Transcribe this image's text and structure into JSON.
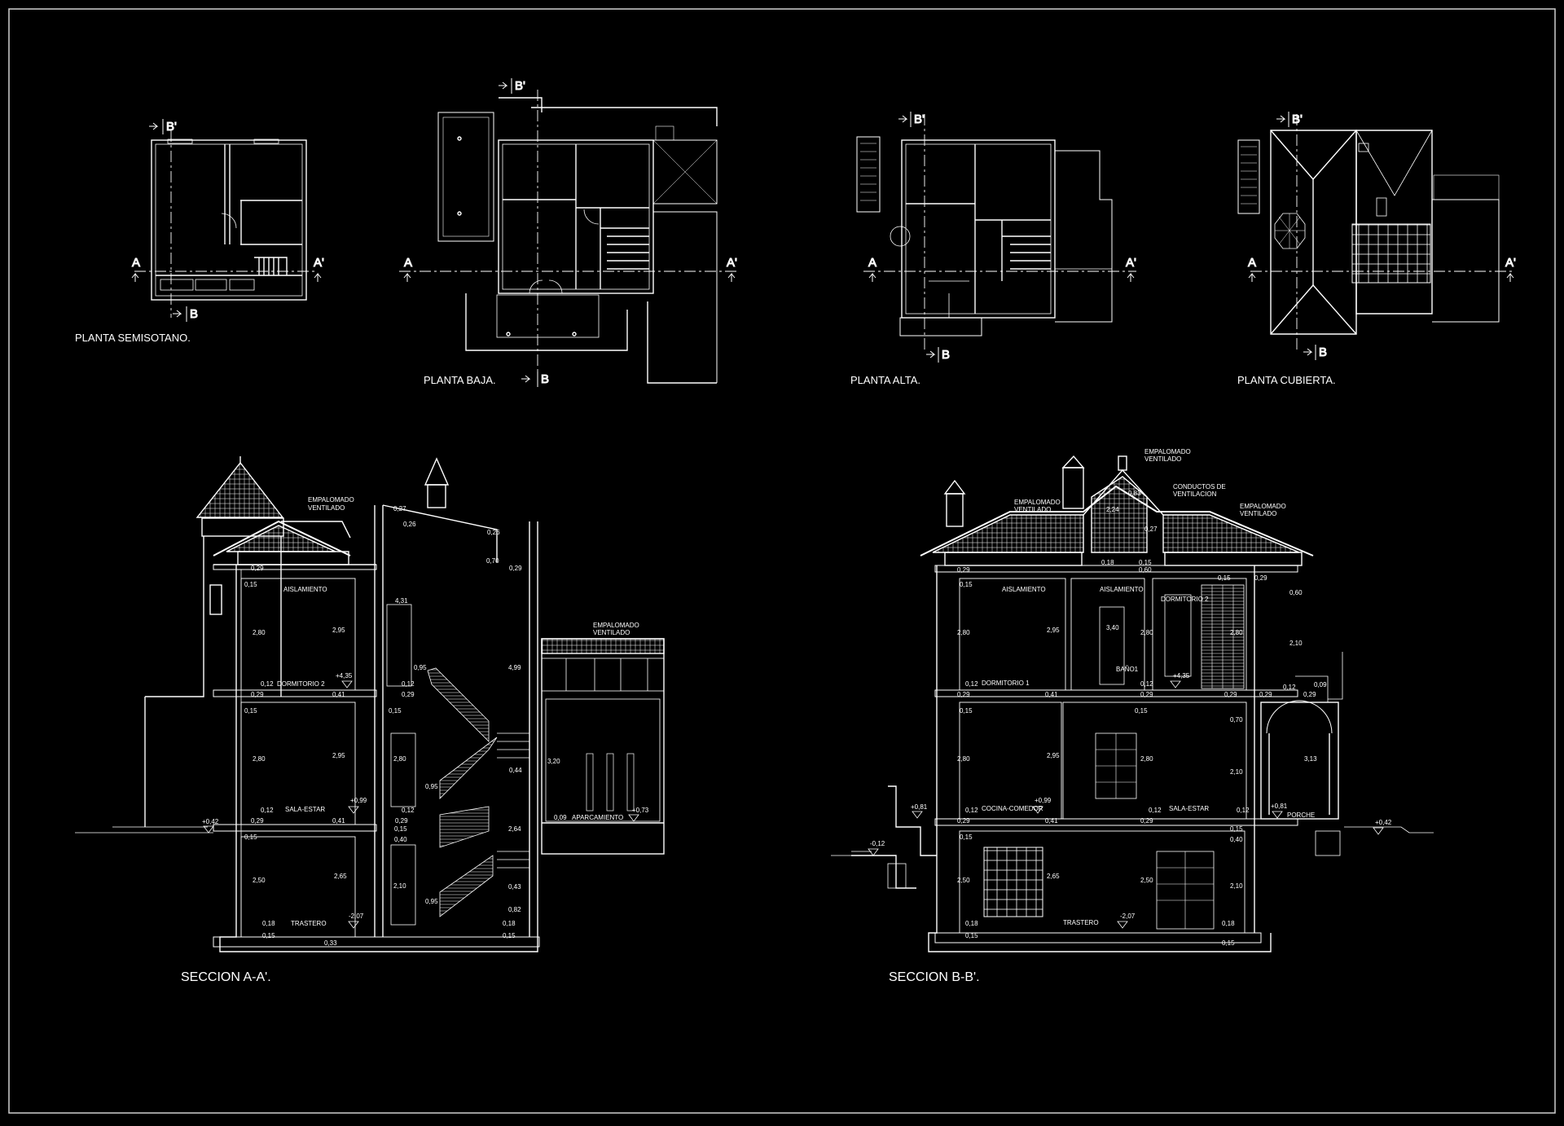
{
  "plans": {
    "semisotano": {
      "title": "PLANTA SEMISOTANO."
    },
    "baja": {
      "title": "PLANTA BAJA."
    },
    "alta": {
      "title": "PLANTA ALTA."
    },
    "cubierta": {
      "title": "PLANTA CUBIERTA."
    }
  },
  "cut_marks": {
    "a": "A",
    "a_prime": "A'",
    "b": "B",
    "b_prime": "B'"
  },
  "section_a": {
    "title": "SECCION A-A'.",
    "labels": {
      "empalomado_1": "EMPALOMADO",
      "ventilado_1": "VENTILADO",
      "aislamiento": "AISLAMIENTO",
      "dormitorio": "DORMITORIO 2",
      "sala": "SALA-ESTAR",
      "trastero": "TRASTERO",
      "aparcamiento": "APARCAMIENTO",
      "empalomado_2": "EMPALOMADO",
      "ventilado_2": "VENTILADO"
    },
    "dims": {
      "d027": "0,27",
      "d026": "0,26",
      "d026b": "0,26",
      "d070": "0,70",
      "d029a": "0,29",
      "d029b": "0,29",
      "d015a": "0,15",
      "d280a": "2,80",
      "d295a": "2,95",
      "d431": "4,31",
      "d499": "4,99",
      "d012a": "0,12",
      "e435": "+4,35",
      "d029c": "0,29",
      "d041a": "0,41",
      "d029d": "0,29",
      "d012b": "0,12",
      "d015b": "0,15",
      "d015c": "0,15",
      "d280b": "2,80",
      "d295b": "2,95",
      "d280c": "2,80",
      "d095a": "0,95",
      "d095b": "0,95",
      "d044": "0,44",
      "d320": "3,20",
      "d012c": "0,12",
      "e099": "+0,99",
      "d012d": "0,12",
      "d009": "0,09",
      "e073": "+0,73",
      "e042": "+0,42",
      "d029e": "0,29",
      "d041b": "0,41",
      "d029f": "0,29",
      "d015d": "0,15",
      "d040": "0,40",
      "d264": "2,64",
      "d015e": "0,15",
      "d250": "2,50",
      "d265": "2,65",
      "d210": "2,10",
      "d043": "0,43",
      "d095c": "0,95",
      "d082": "0,82",
      "d018a": "0,18",
      "e207": "-2,07",
      "d018b": "0,18",
      "d015f": "0,15",
      "d033": "0,33",
      "d015g": "0,15"
    }
  },
  "section_b": {
    "title": "SECCION B-B'.",
    "labels": {
      "empalomado_top": "EMPALOMADO",
      "ventilado_top": "VENTILADO",
      "empalomado_l": "EMPALOMADO",
      "ventilado_l": "VENTILADO",
      "conductos_1": "CONDUCTOS DE",
      "conductos_2": "VENTILACION",
      "empalomado_r": "EMPALOMADO",
      "ventilado_r": "VENTILADO",
      "aislamiento_1": "AISLAMIENTO",
      "aislamiento_2": "AISLAMIENTO",
      "dormitorio_2": "DORMITORIO 2",
      "dormitorio_1": "DORMITORIO 1",
      "bano": "BAÑO1",
      "cocina": "COCINA-COMEDOR",
      "sala": "SALA-ESTAR",
      "porche": "PORCHE",
      "trastero": "TRASTERO"
    },
    "dims": {
      "d083": "0,83",
      "d224": "2,24",
      "d027": "0,27",
      "d018a": "0,18",
      "d060a": "0,60",
      "d029a": "0,29",
      "d015a": "0,15",
      "d015b": "0,15",
      "d029b": "0,29",
      "d060b": "0,60",
      "d015c": "0,15",
      "d280a": "2,80",
      "d295a": "2,95",
      "d340": "3,40",
      "d280b": "2,80",
      "d280c": "2,80",
      "d210a": "2,10",
      "d012a": "0,12",
      "e435": "+4,35",
      "d012b": "0,12",
      "d012c": "0,12",
      "d029c": "0,29",
      "d041a": "0,41",
      "d029d": "0,29",
      "d029e": "0,29",
      "d029f": "0,29",
      "d029g": "0,29",
      "d009": "0,09",
      "d015d": "0,15",
      "d015e": "0,15",
      "d070": "0,70",
      "d280d": "2,80",
      "d295b": "2,95",
      "d280e": "2,80",
      "d210b": "2,10",
      "d313": "3,13",
      "e081a": "+0,81",
      "d012d": "0,12",
      "e099": "+0,99",
      "d012e": "0,12",
      "d012f": "0,12",
      "e081b": "+0,81",
      "d029h": "0,29",
      "d041b": "0,41",
      "d029i": "0,29",
      "d015f": "0,15",
      "e042": "+0,42",
      "e012": "-0,12",
      "d015g": "0,15",
      "d040": "0,40",
      "d250a": "2,50",
      "d265": "2,65",
      "d250b": "2,50",
      "d210c": "2,10",
      "d018b": "0,18",
      "e207": "-2,07",
      "d018c": "0,18",
      "d015h": "0,15",
      "d015i": "0,15"
    }
  },
  "colors": {
    "background": "#000000",
    "lines": "#ffffff",
    "border": "#cfcfcf"
  }
}
